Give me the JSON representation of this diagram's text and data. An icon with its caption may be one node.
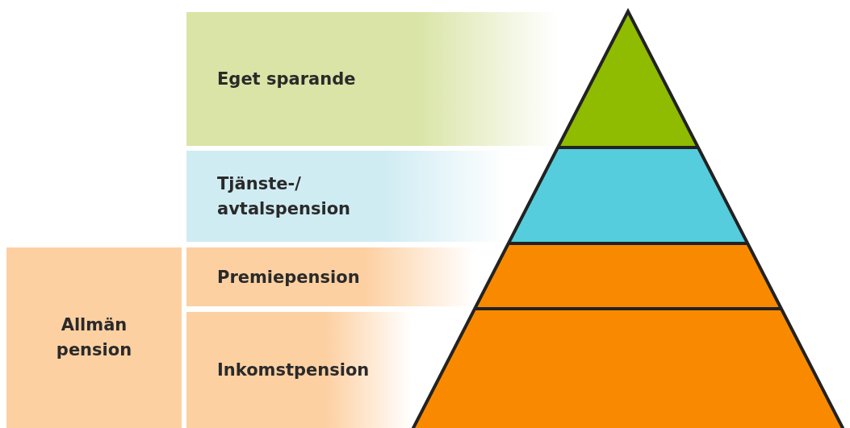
{
  "diagram": {
    "nodes": [
      {
        "text": [
          "Allmän pension"
        ]
      },
      {
        "text": [
          "Eget sparande"
        ]
      },
      {
        "text": [
          "Tjänste-/ avtalspension"
        ]
      },
      {
        "text": [
          "Premiepension"
        ]
      },
      {
        "text": [
          "Inkomstpension"
        ]
      }
    ]
  }
}
